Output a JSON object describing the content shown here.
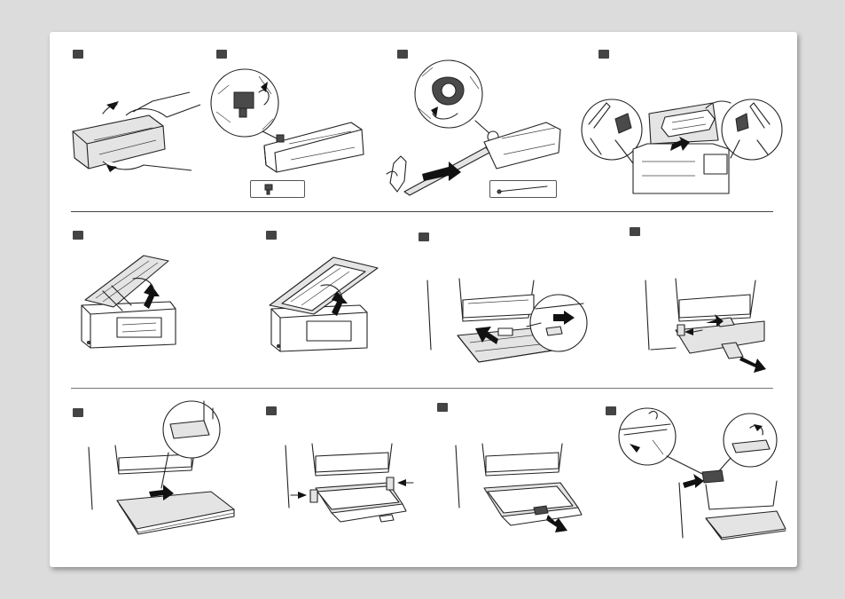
{
  "document": {
    "type": "printer setup instruction sheet",
    "text": []
  },
  "icons": {
    "step_marker": "dark-square-step-marker",
    "arrows": "black-direction-arrow"
  },
  "colors": {
    "page_background": "#dcdcdc",
    "sheet": "#ffffff",
    "line_art": "#222222",
    "step_marker": "#444444"
  },
  "rows": [
    {
      "panels": [
        "shake-toner-cartridge",
        "remove-seal-tab",
        "pull-sealing-tape",
        "insert-cartridge"
      ]
    },
    {
      "panels": [
        "close-toner-cover",
        "close-scanning-platform",
        "open-paper-tray",
        "adjust-paper-guides"
      ]
    },
    {
      "panels": [
        "load-paper-stack",
        "slide-side-guides",
        "push-rear-guide",
        "open-output-tray"
      ]
    }
  ]
}
